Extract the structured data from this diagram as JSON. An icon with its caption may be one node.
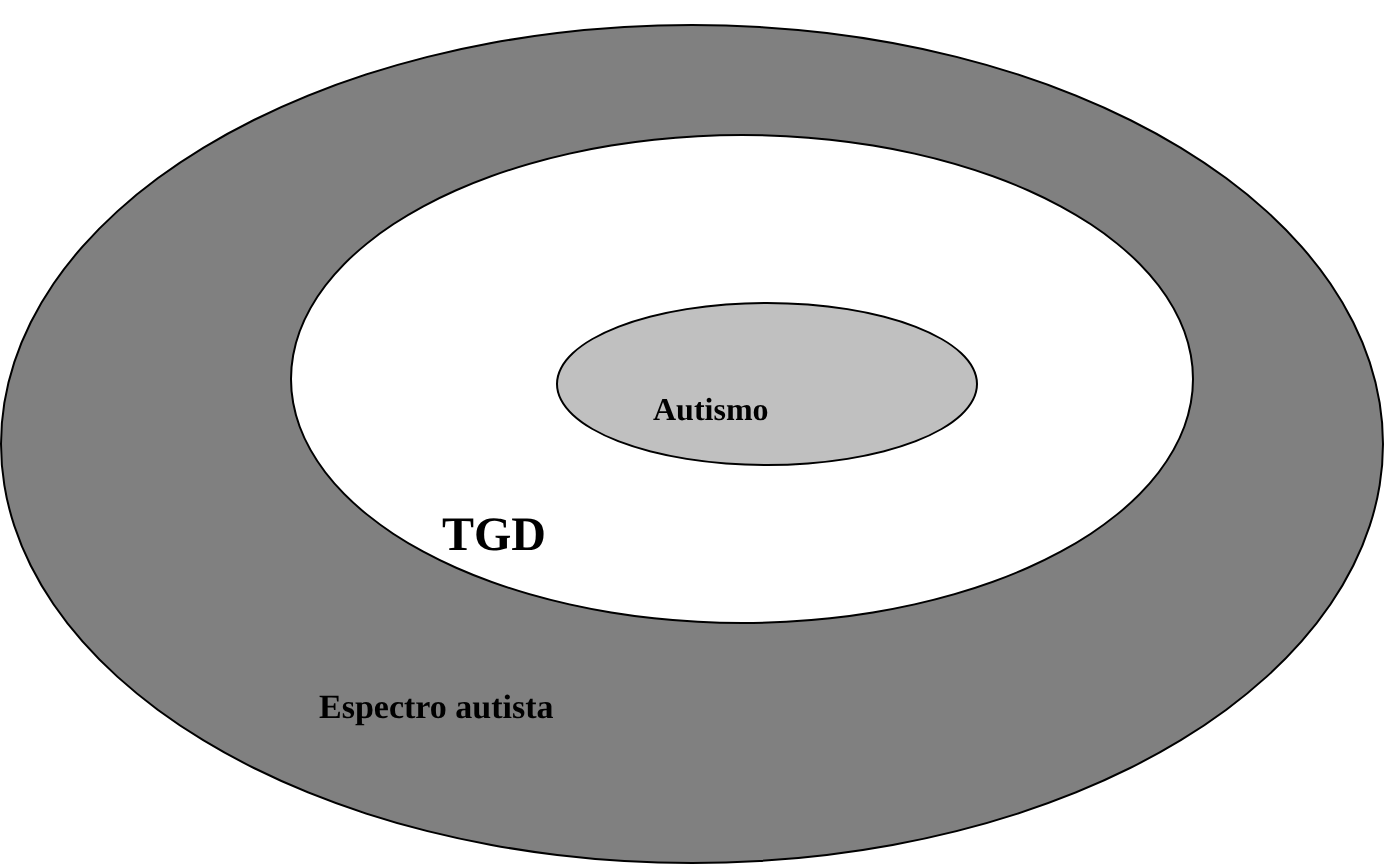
{
  "diagram": {
    "nodes": [
      {
        "text": [
          "Espectro autista"
        ]
      },
      {
        "text": [
          "TGD"
        ],
        "in": 0
      },
      {
        "text": [
          "Autismo"
        ],
        "in": 1
      }
    ]
  }
}
